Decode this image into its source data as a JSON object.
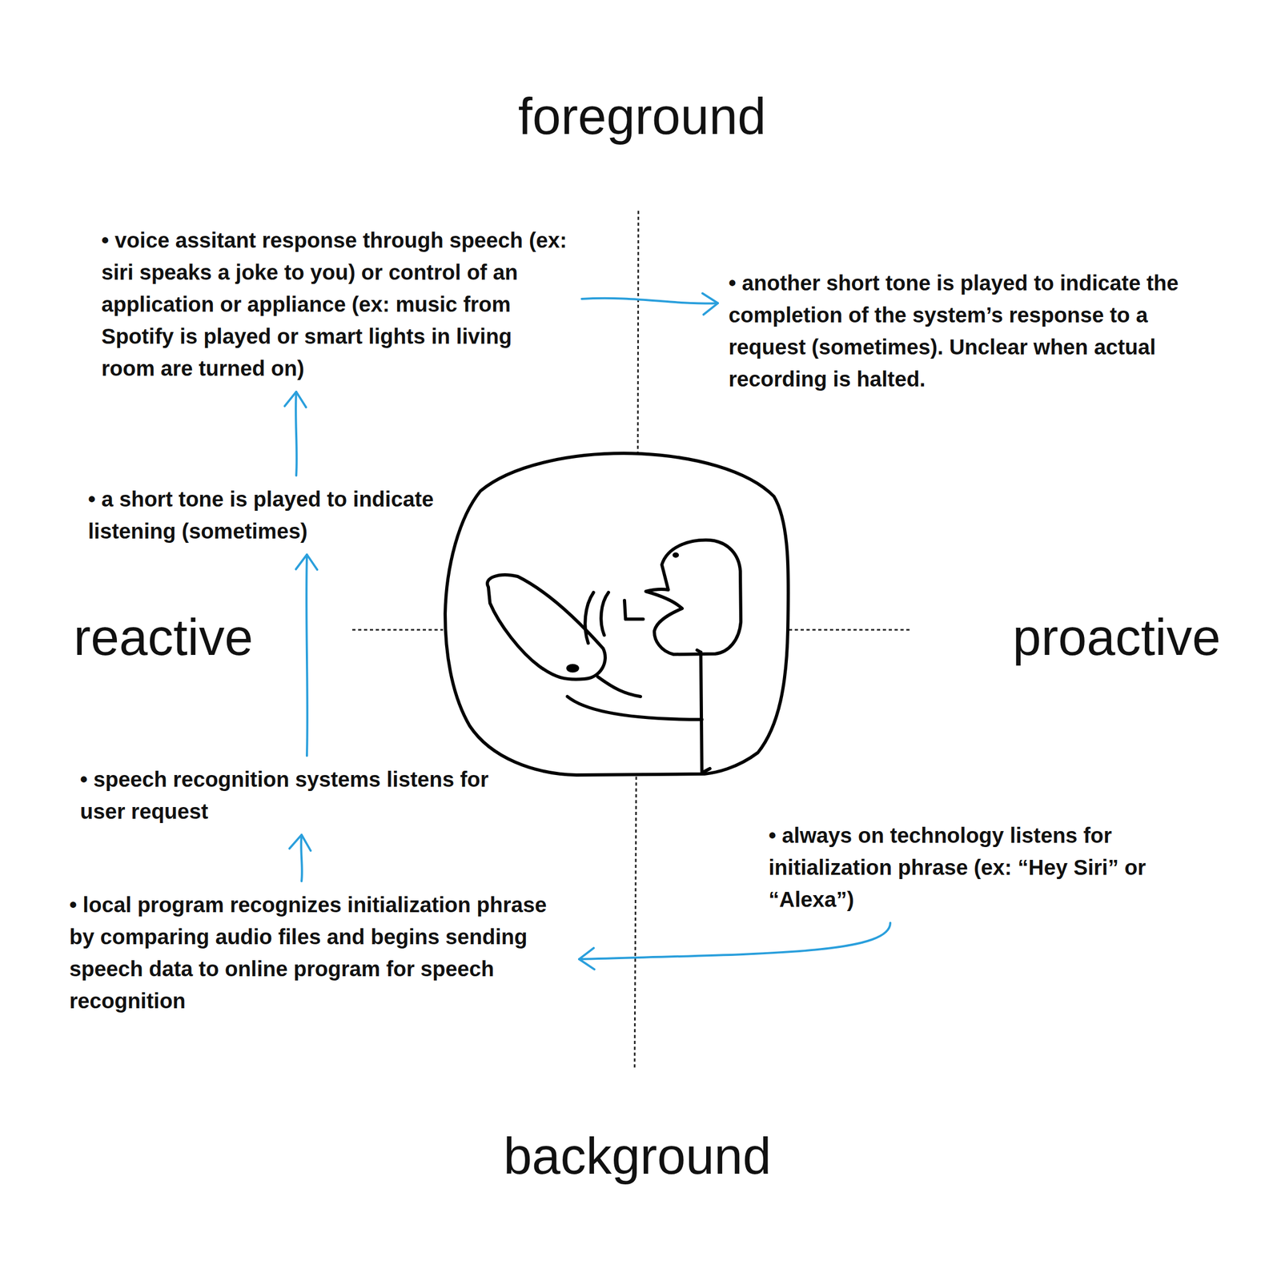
{
  "diagram": {
    "nodes": [
      {
        "text": [
          "• voice assitant response through speech (ex: siri speaks a joke to you) or control of an application or appliance (ex: music from Spotify is played or smart lights in living room are turned on)"
        ]
      },
      {
        "text": [
          "• another short tone is played to indicate the completion of the system’s response to a request (sometimes). Unclear when actual recording is halted."
        ]
      },
      {
        "text": [
          "• a short tone is played to indicate listening (sometimes)"
        ]
      },
      {
        "text": [
          "• speech recognition systems listens for user request"
        ]
      },
      {
        "text": [
          "• always on technology listens for initialization phrase (ex: “Hey Siri” or “Alexa”)"
        ]
      },
      {
        "text": [
          "• local program recognizes initialization phrase by comparing audio files and begins sending speech data to online program for speech recognition"
        ]
      }
    ],
    "edges": [
      {
        "from": 4,
        "to": 5,
        "arrow": "to"
      },
      {
        "from": 5,
        "to": 3,
        "arrow": "to"
      },
      {
        "from": 3,
        "to": 2,
        "arrow": "to"
      },
      {
        "from": 2,
        "to": 0,
        "arrow": "to"
      },
      {
        "from": 0,
        "to": 1,
        "arrow": "to"
      }
    ],
    "labels": [
      "foreground",
      "background",
      "reactive",
      "proactive"
    ]
  }
}
